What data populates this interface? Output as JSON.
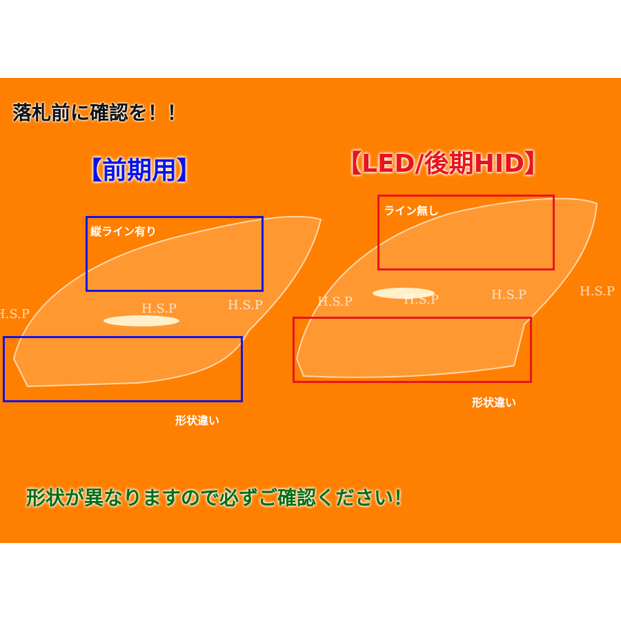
{
  "heading": "落札前に確認を！！",
  "left": {
    "label": "【前期用】",
    "top_note": "縦ライン有り",
    "bottom_note": "形状違い",
    "box_color": "#1414e6"
  },
  "right": {
    "label": "【LED/後期HID】",
    "top_note": "ライン無し",
    "bottom_note": "形状違い",
    "box_color": "#e8141e"
  },
  "footer": "形状が異なりますので必ずご確認ください！",
  "watermark": "H.S.P",
  "colors": {
    "background": "#ff7f00",
    "bottom_text": "#0a6e12"
  }
}
